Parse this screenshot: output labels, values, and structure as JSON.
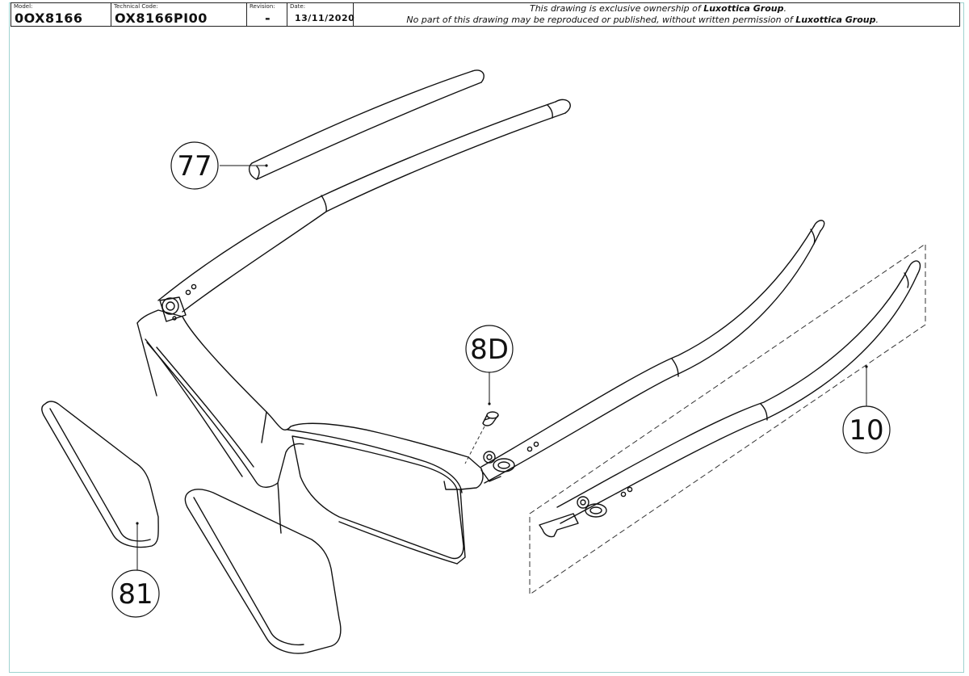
{
  "title_block": {
    "model_label": "Model:",
    "model_value": "0OX8166",
    "technical_code_label": "Technical Code:",
    "technical_code_value": "OX8166PI00",
    "revision_label": "Revision:",
    "revision_value": "-",
    "date_label": "Date:",
    "date_value": "13/11/2020",
    "notice_line1_prefix": "This drawing is exclusive ownership of ",
    "notice_line1_company": "Luxottica Group",
    "notice_line1_suffix": ".",
    "notice_line2_prefix": "No part of this drawing may be reproduced or published, without written permission of ",
    "notice_line2_company": "Luxottica Group",
    "notice_line2_suffix": "."
  },
  "callouts": [
    {
      "id": "77",
      "label": "77"
    },
    {
      "id": "8D",
      "label": "8D"
    },
    {
      "id": "10",
      "label": "10"
    },
    {
      "id": "81",
      "label": "81"
    }
  ]
}
